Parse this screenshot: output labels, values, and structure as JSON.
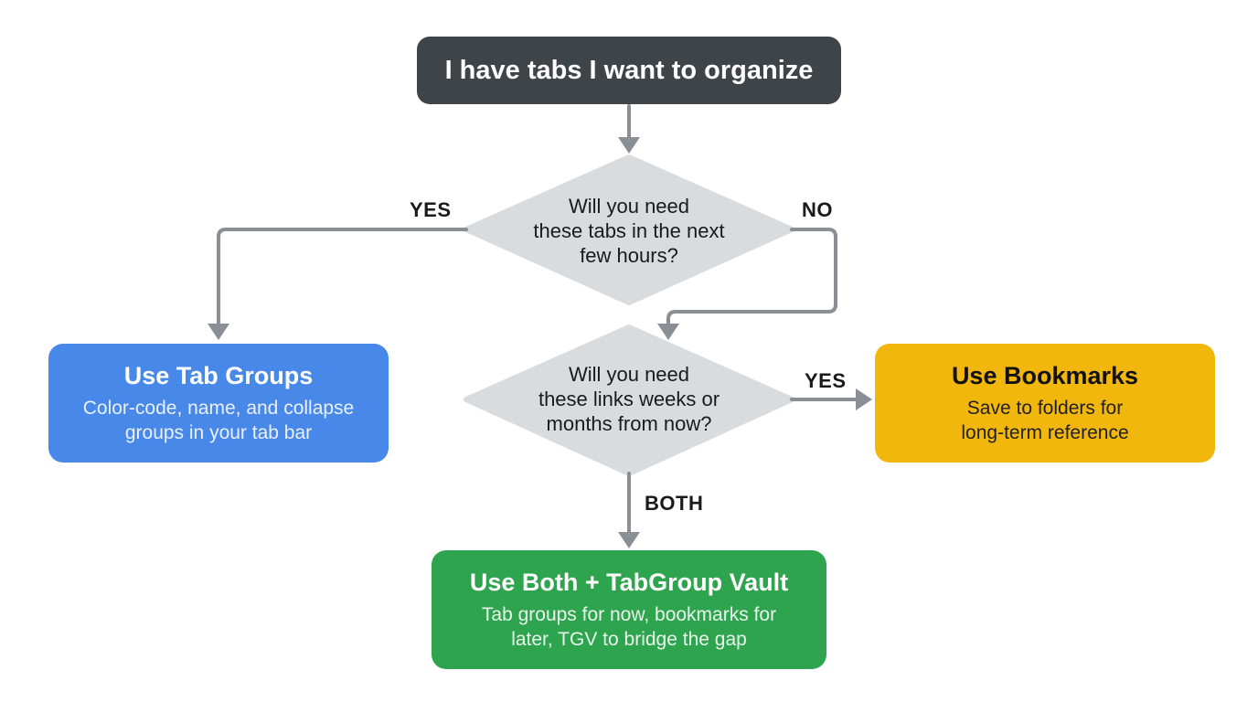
{
  "start": {
    "title": "I have tabs I want to organize"
  },
  "question1": {
    "lines": [
      "Will you need",
      "these tabs in the next",
      "few hours?"
    ],
    "yes_label": "YES",
    "no_label": "NO"
  },
  "question2": {
    "lines": [
      "Will you need",
      "these links weeks or",
      "months from now?"
    ],
    "yes_label": "YES",
    "both_label": "BOTH"
  },
  "tab_groups": {
    "title": "Use Tab Groups",
    "desc_lines": [
      "Color-code, name, and collapse",
      "groups in your tab bar"
    ]
  },
  "bookmarks": {
    "title": "Use Bookmarks",
    "desc_lines": [
      "Save to folders for",
      "long-term reference"
    ]
  },
  "both": {
    "title": "Use Both + TabGroup Vault",
    "desc_lines": [
      "Tab groups for now, bookmarks for",
      "later, TGV to bridge the gap"
    ]
  },
  "colors": {
    "start_bg": "#3f4449",
    "decision_fill": "#d9dcdf",
    "connector": "#8a8f96",
    "tab_groups_bg": "#4788e8",
    "bookmarks_bg": "#f2b70d",
    "both_bg": "#2fa44f"
  }
}
